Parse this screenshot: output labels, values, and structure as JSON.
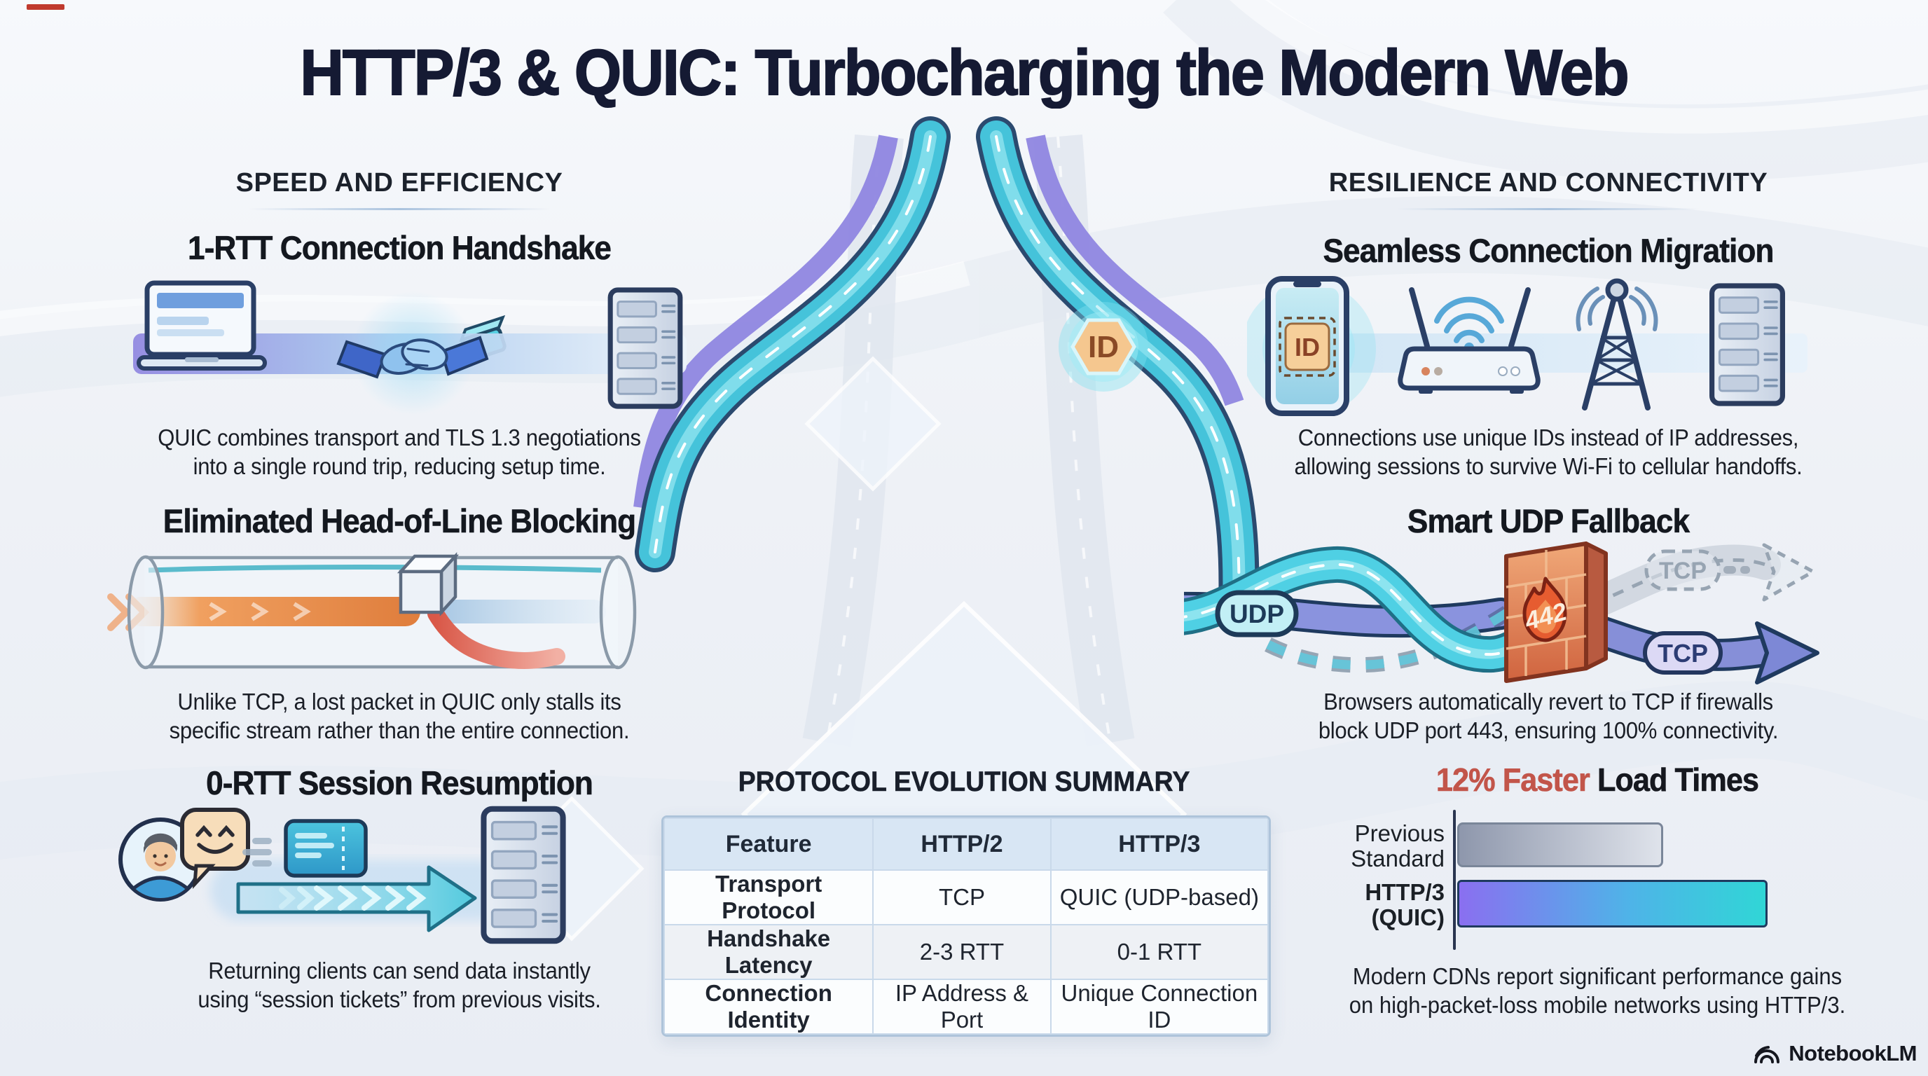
{
  "page": {
    "title": "HTTP/3 & QUIC: Turbocharging the Modern Web"
  },
  "left_column": {
    "header": "SPEED AND EFFICIENCY",
    "sections": [
      {
        "heading": "1-RTT Connection Handshake",
        "caption_line1": "QUIC combines transport and TLS 1.3 negotiations",
        "caption_line2": "into a single round trip, reducing setup time."
      },
      {
        "heading": "Eliminated Head-of-Line Blocking",
        "caption_line1": "Unlike TCP, a lost packet in QUIC only stalls its",
        "caption_line2": "specific stream rather than the entire connection."
      },
      {
        "heading": "0-RTT Session Resumption",
        "caption_line1": "Returning clients can send data instantly",
        "caption_line2": "using “session tickets” from previous visits."
      }
    ]
  },
  "right_column": {
    "header": "RESILIENCE AND CONNECTIVITY",
    "sections": [
      {
        "heading": "Seamless Connection Migration",
        "caption_line1": "Connections use unique IDs instead of IP addresses,",
        "caption_line2": "allowing sessions to survive Wi-Fi to cellular handoffs."
      },
      {
        "heading": "Smart UDP Fallback",
        "caption_line1": "Browsers automatically revert to TCP if firewalls",
        "caption_line2": "block UDP port 443, ensuring 100% connectivity."
      }
    ],
    "load_times": {
      "heading_accent": "12% Faster",
      "heading_rest": " Load Times",
      "bar1_label_line1": "Previous",
      "bar1_label_line2": "Standard",
      "bar2_label_line1": "HTTP/3",
      "bar2_label_line2": "(QUIC)",
      "caption_line1": "Modern CDNs report significant performance gains",
      "caption_line2": "on high-packet-loss mobile networks using HTTP/3."
    }
  },
  "summary_table": {
    "title": "PROTOCOL EVOLUTION SUMMARY",
    "headers": [
      "Feature",
      "HTTP/2",
      "HTTP/3"
    ],
    "rows": [
      [
        "Transport Protocol",
        "TCP",
        "QUIC (UDP-based)"
      ],
      [
        "Handshake Latency",
        "2-3 RTT",
        "0-1 RTT"
      ],
      [
        "Connection Identity",
        "IP Address & Port",
        "Unique Connection ID"
      ]
    ]
  },
  "badges": {
    "connection_id_hexagon": "ID",
    "phone_chip": "ID",
    "udp_road": "UDP",
    "tcp_blocked_ghost": "TCP",
    "tcp_fallback": "TCP",
    "firewall_flame": "442"
  },
  "chart_data": {
    "type": "bar",
    "orientation": "horizontal",
    "title": "12% Faster Load Times",
    "categories": [
      "Previous Standard",
      "HTTP/3 (QUIC)"
    ],
    "values": [
      66,
      100
    ],
    "value_unit": "relative bar length, no numeric axis shown",
    "axis": "none",
    "legend": "none"
  },
  "footer": {
    "logo_text": "NotebookLM"
  },
  "colors": {
    "background": "#eef1f6",
    "title_text": "#151a33",
    "accent_salmon": "#c2554a",
    "road_teal": "#45c3da",
    "road_purple": "#8f86e0",
    "road_orange": "#e8a25e",
    "road_outline_navy": "#2b4a6f",
    "udp_badge_fill": "#c2eff5",
    "tcp_badge_fill": "#dcd9f5",
    "ghost_gray": "#97a4b2",
    "firewall_orange": "#e0804f",
    "flame_red": "#e65c30",
    "bar_prev_gradient": [
      "#8e97ac",
      "#dfe3eb"
    ],
    "bar_http3_gradient": [
      "#8a6ff0",
      "#4fb3e8",
      "#30d6d6"
    ],
    "table_header_bg": "#d8e6f4",
    "table_border": "#aec4da"
  }
}
